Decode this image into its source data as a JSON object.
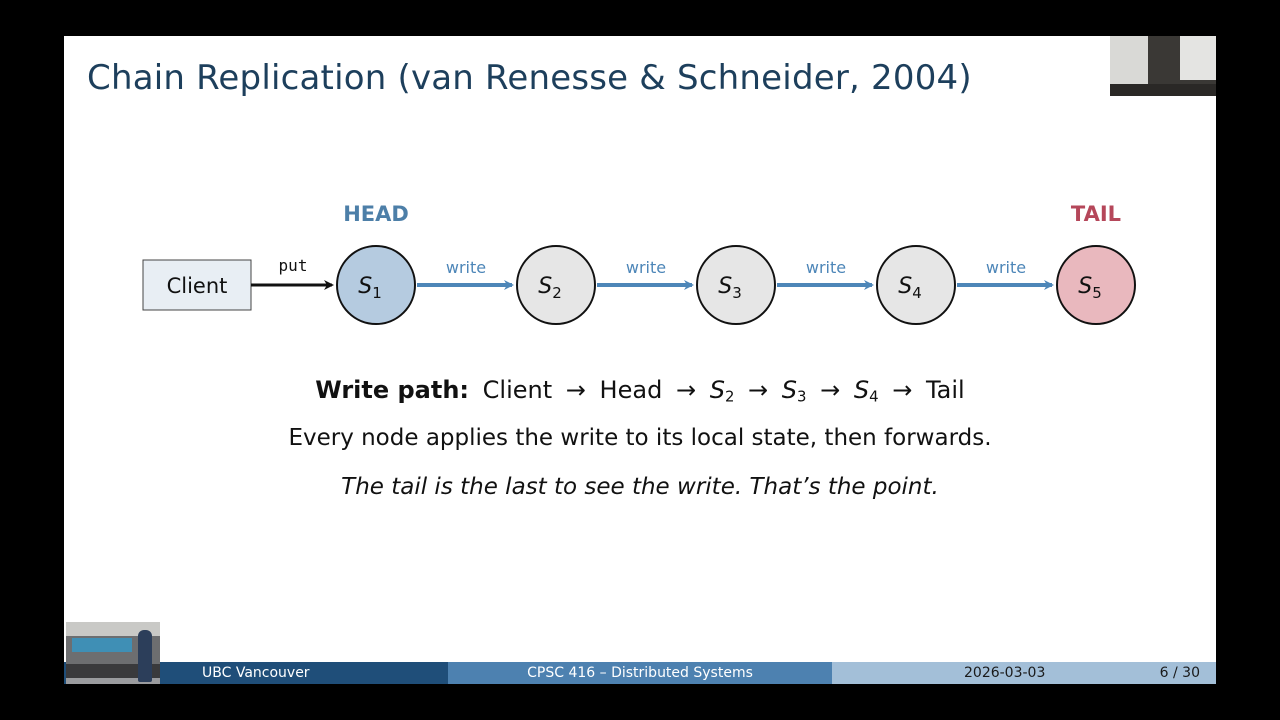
{
  "slide": {
    "title": "Chain Replication (van Renesse & Schneider, 2004)"
  },
  "diagram": {
    "head_label": "HEAD",
    "tail_label": "TAIL",
    "client_label": "Client",
    "put_label": "put",
    "write_label": "write",
    "nodes": [
      {
        "base": "S",
        "sub": "1"
      },
      {
        "base": "S",
        "sub": "2"
      },
      {
        "base": "S",
        "sub": "3"
      },
      {
        "base": "S",
        "sub": "4"
      },
      {
        "base": "S",
        "sub": "5"
      }
    ],
    "colors": {
      "head": "#4d7fa8",
      "tail": "#b5475a",
      "head_fill": "#b5cbe0",
      "tail_fill": "#e9b8be",
      "mid_fill": "#e6e6e6",
      "client_fill": "#e8eef4",
      "arrow": "#4d86b8"
    }
  },
  "text": {
    "line1_bold": "Write path:",
    "line1_client": "Client",
    "line1_head": "Head",
    "line1_tail": "Tail",
    "arrow": "→",
    "s2_base": "S",
    "s2_sub": "2",
    "s3_base": "S",
    "s3_sub": "3",
    "s4_base": "S",
    "s4_sub": "4",
    "line2": "Every node applies the write to its local state, then forwards.",
    "line3": "The tail is the last to see the write.  That’s the point."
  },
  "footer": {
    "left": "UBC Vancouver",
    "center": "CPSC 416 – Distributed Systems",
    "date": "2026-03-03",
    "page": "6 / 30"
  }
}
